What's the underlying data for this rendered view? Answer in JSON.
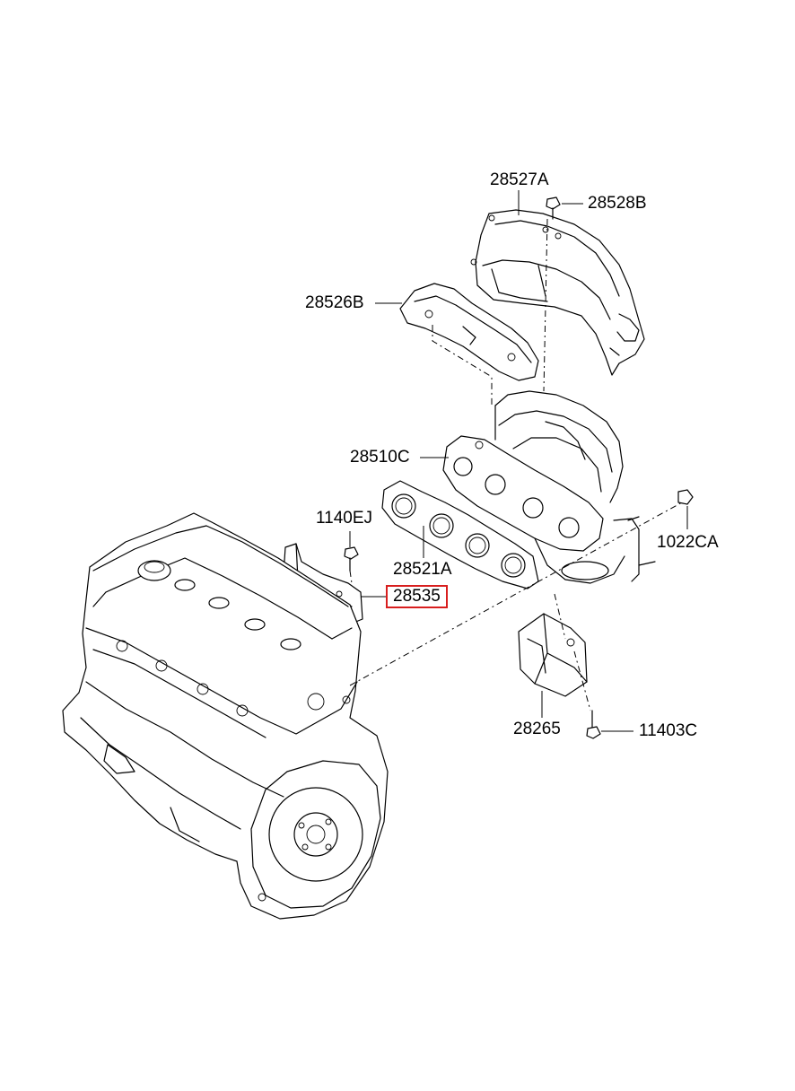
{
  "parts": [
    {
      "id": "p-28527a",
      "label": "28527A",
      "highlighted": false
    },
    {
      "id": "p-28528b",
      "label": "28528B",
      "highlighted": false
    },
    {
      "id": "p-28526b",
      "label": "28526B",
      "highlighted": false
    },
    {
      "id": "p-28510c",
      "label": "28510C",
      "highlighted": false
    },
    {
      "id": "p-1140ej",
      "label": "1140EJ",
      "highlighted": false
    },
    {
      "id": "p-1022ca",
      "label": "1022CA",
      "highlighted": false
    },
    {
      "id": "p-28521a",
      "label": "28521A",
      "highlighted": false
    },
    {
      "id": "p-28535",
      "label": "28535",
      "highlighted": true
    },
    {
      "id": "p-28265",
      "label": "28265",
      "highlighted": false
    },
    {
      "id": "p-11403c",
      "label": "11403C",
      "highlighted": false
    }
  ],
  "colors": {
    "highlight": "#d81e1e",
    "line": "#000000",
    "background": "#ffffff"
  }
}
